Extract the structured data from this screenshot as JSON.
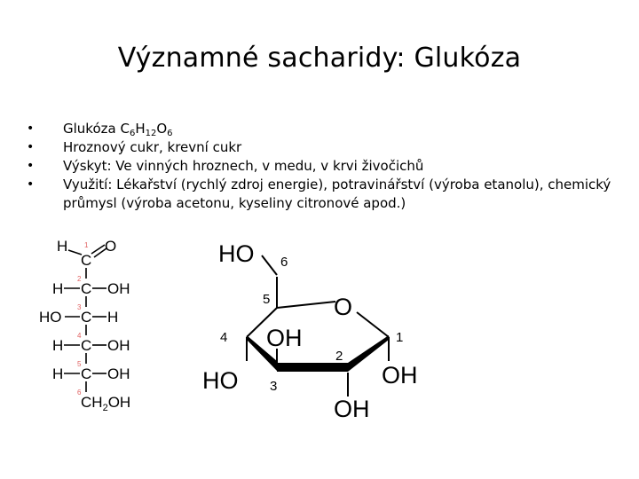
{
  "slide": {
    "title": "Významné sacharidy: Glukóza",
    "bullets": [
      {
        "prefix": "Glukóza C",
        "s1": "6",
        "m1": "H",
        "s2": "12",
        "m2": "O",
        "s3": "6"
      },
      {
        "text": "Hroznový cukr, krevní cukr"
      },
      {
        "text": "Výskyt: Ve vinných hroznech, v medu, v krvi živočichů"
      },
      {
        "text": "Využití: Lékařství (rychlý zdroj energie), potravinářství (výroba etanolu), chemický průmysl (výroba acetonu, kyseliny citronové apod.)"
      }
    ]
  },
  "fischer": {
    "top_h": "H",
    "top_o": "O",
    "c": "C",
    "h": "H",
    "oh": "OH",
    "ho": "HO",
    "ch2": "CH",
    "ch2_sub": "2",
    "ch2_oh": "OH",
    "nums": [
      "1",
      "2",
      "3",
      "4",
      "5",
      "6"
    ],
    "number_color": "#e06060"
  },
  "haworth": {
    "ho6": "HO",
    "n6": "6",
    "n5": "5",
    "o_ring": "O",
    "n4": "4",
    "oh_inner": "OH",
    "n1": "1",
    "n2": "2",
    "ho4": "HO",
    "n3": "3",
    "oh1": "OH",
    "oh2": "OH"
  }
}
